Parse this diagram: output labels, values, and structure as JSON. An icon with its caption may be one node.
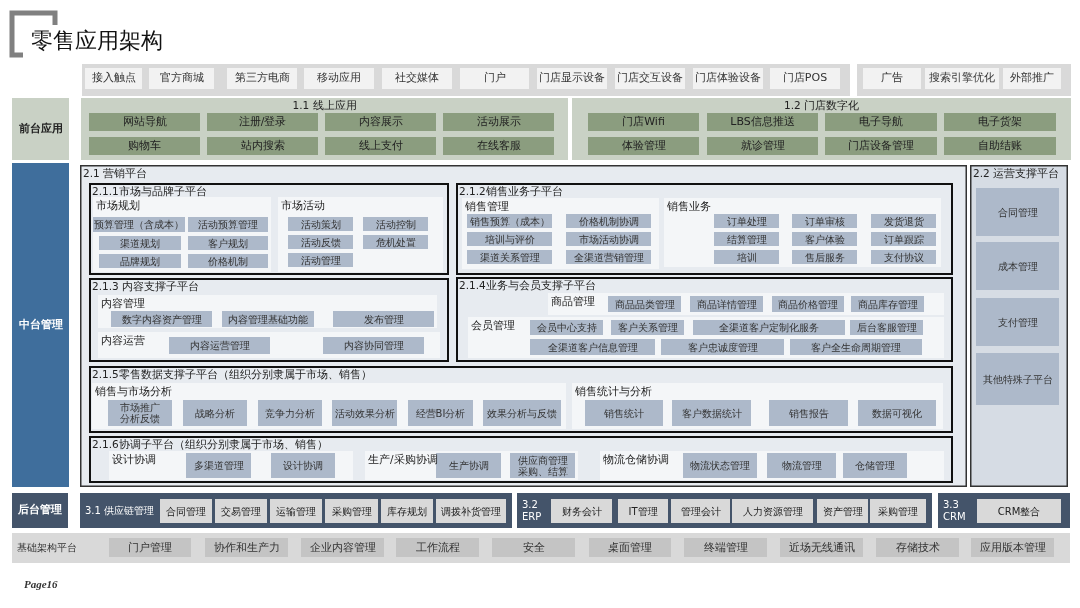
{
  "diagram": {
    "title": "零售应用架构",
    "nodes": [
      {
        "text": [],
        "shape": "box"
      },
      {
        "text": [
          "接入触点"
        ],
        "in": 0
      },
      {
        "text": [
          "官方商城"
        ],
        "in": 0
      },
      {
        "text": [
          "第三方电商"
        ],
        "in": 0
      },
      {
        "text": [
          "移动应用"
        ],
        "in": 0
      },
      {
        "text": [
          "社交媒体"
        ],
        "in": 0
      },
      {
        "text": [
          "门户"
        ],
        "in": 0
      },
      {
        "text": [
          "门店显示设备"
        ],
        "in": 0
      },
      {
        "text": [
          "门店交互设备"
        ],
        "in": 0
      },
      {
        "text": [
          "门店体验设备"
        ],
        "in": 0
      },
      {
        "text": [
          "门店POS"
        ],
        "in": 0
      },
      {
        "text": [],
        "shape": "box"
      },
      {
        "text": [
          "广告"
        ],
        "in": 11
      },
      {
        "text": [
          "搜索引擎优化"
        ],
        "in": 11
      },
      {
        "text": [
          "外部推广"
        ],
        "in": 11
      },
      {
        "text": [
          "前台应用"
        ]
      },
      {
        "text": [
          "1.1 线上应用"
        ]
      },
      {
        "text": [
          "网站导航"
        ],
        "in": 16
      },
      {
        "text": [
          "注册/登录"
        ],
        "in": 16
      },
      {
        "text": [
          "内容展示"
        ],
        "in": 16
      },
      {
        "text": [
          "活动展示"
        ],
        "in": 16
      },
      {
        "text": [
          "购物车"
        ],
        "in": 16
      },
      {
        "text": [
          "站内搜索"
        ],
        "in": 16
      },
      {
        "text": [
          "线上支付"
        ],
        "in": 16
      },
      {
        "text": [
          "在线客服"
        ],
        "in": 16
      },
      {
        "text": [
          "1.2 门店数字化"
        ]
      },
      {
        "text": [
          "门店Wifi"
        ],
        "in": 25
      },
      {
        "text": [
          "LBS信息推送"
        ],
        "in": 25
      },
      {
        "text": [
          "电子导航"
        ],
        "in": 25
      },
      {
        "text": [
          "电子货架"
        ],
        "in": 25
      },
      {
        "text": [
          "体验管理"
        ],
        "in": 25
      },
      {
        "text": [
          "就诊管理"
        ],
        "in": 25
      },
      {
        "text": [
          "门店设备管理"
        ],
        "in": 25
      },
      {
        "text": [
          "自助结账"
        ],
        "in": 25
      },
      {
        "text": [
          "中台管理"
        ]
      },
      {
        "text": [
          "2.1 营销平台"
        ]
      },
      {
        "text": [
          "2.1.1市场与品牌子平台"
        ],
        "in": 35
      },
      {
        "text": [
          "市场规划"
        ],
        "in": 36
      },
      {
        "text": [
          "预算管理（含成本）"
        ],
        "in": 37
      },
      {
        "text": [
          "活动预算管理"
        ],
        "in": 37
      },
      {
        "text": [
          "渠道规划"
        ],
        "in": 37
      },
      {
        "text": [
          "客户规划"
        ],
        "in": 37
      },
      {
        "text": [
          "品牌规划"
        ],
        "in": 37
      },
      {
        "text": [
          "价格机制"
        ],
        "in": 37
      },
      {
        "text": [
          "市场活动"
        ],
        "in": 36
      },
      {
        "text": [
          "活动策划"
        ],
        "in": 44
      },
      {
        "text": [
          "活动控制"
        ],
        "in": 44
      },
      {
        "text": [
          "活动反馈"
        ],
        "in": 44
      },
      {
        "text": [
          "危机处置"
        ],
        "in": 44
      },
      {
        "text": [
          "活动管理"
        ],
        "in": 44
      },
      {
        "text": [
          "2.1.2销售业务子平台"
        ],
        "in": 35
      },
      {
        "text": [
          "销售管理"
        ],
        "in": 50
      },
      {
        "text": [
          "销售预算（成本）"
        ],
        "in": 51
      },
      {
        "text": [
          "价格机制协调"
        ],
        "in": 51
      },
      {
        "text": [
          "培训与评价"
        ],
        "in": 51
      },
      {
        "text": [
          "市场活动协调"
        ],
        "in": 51
      },
      {
        "text": [
          "渠道关系管理"
        ],
        "in": 51
      },
      {
        "text": [
          "全渠道营销管理"
        ],
        "in": 51
      },
      {
        "text": [
          "销售业务"
        ],
        "in": 50
      },
      {
        "text": [
          "订单处理"
        ],
        "in": 58
      },
      {
        "text": [
          "订单审核"
        ],
        "in": 58
      },
      {
        "text": [
          "发货退货"
        ],
        "in": 58
      },
      {
        "text": [
          "结算管理"
        ],
        "in": 58
      },
      {
        "text": [
          "客户体验"
        ],
        "in": 58
      },
      {
        "text": [
          "订单跟踪"
        ],
        "in": 58
      },
      {
        "text": [
          "培训"
        ],
        "in": 58
      },
      {
        "text": [
          "售后服务"
        ],
        "in": 58
      },
      {
        "text": [
          "支付协议"
        ],
        "in": 58
      },
      {
        "text": [
          "2.1.3 内容支撑子平台"
        ],
        "in": 35
      },
      {
        "text": [
          "内容管理"
        ],
        "in": 68
      },
      {
        "text": [
          "数字内容资产管理"
        ],
        "in": 69
      },
      {
        "text": [
          "内容管理基础功能"
        ],
        "in": 69
      },
      {
        "text": [
          "发布管理"
        ],
        "in": 69
      },
      {
        "text": [
          "内容运营"
        ],
        "in": 68
      },
      {
        "text": [
          "内容运营管理"
        ],
        "in": 73
      },
      {
        "text": [
          "内容协同管理"
        ],
        "in": 73
      },
      {
        "text": [
          "2.1.4业务与会员支撑子平台"
        ],
        "in": 35
      },
      {
        "text": [
          "商品管理"
        ],
        "in": 76
      },
      {
        "text": [
          "商品品类管理"
        ],
        "in": 77
      },
      {
        "text": [
          "商品详情管理"
        ],
        "in": 77
      },
      {
        "text": [
          "商品价格管理"
        ],
        "in": 77
      },
      {
        "text": [
          "商品库存管理"
        ],
        "in": 77
      },
      {
        "text": [
          "会员管理"
        ],
        "in": 76
      },
      {
        "text": [
          "会员中心支持"
        ],
        "in": 82
      },
      {
        "text": [
          "客户关系管理"
        ],
        "in": 82
      },
      {
        "text": [
          "全渠道客户定制化服务"
        ],
        "in": 82
      },
      {
        "text": [
          "后台客服管理"
        ],
        "in": 82
      },
      {
        "text": [
          "全渠道客户信息管理"
        ],
        "in": 82
      },
      {
        "text": [
          "客户忠诚度管理"
        ],
        "in": 82
      },
      {
        "text": [
          "客户全生命周期管理"
        ],
        "in": 82
      },
      {
        "text": [
          "2.1.5零售数据支撑子平台（组织分别隶属于市场、销售）"
        ],
        "in": 35
      },
      {
        "text": [
          "销售与市场分析"
        ],
        "in": 90
      },
      {
        "text": [
          "市场推广分析反馈"
        ],
        "in": 91
      },
      {
        "text": [
          "战略分析"
        ],
        "in": 91
      },
      {
        "text": [
          "竞争力分析"
        ],
        "in": 91
      },
      {
        "text": [
          "活动效果分析"
        ],
        "in": 91
      },
      {
        "text": [
          "经营BI分析"
        ],
        "in": 91
      },
      {
        "text": [
          "效果分析与反馈"
        ],
        "in": 91
      },
      {
        "text": [
          "销售统计与分析"
        ],
        "in": 90
      },
      {
        "text": [
          "销售统计"
        ],
        "in": 98
      },
      {
        "text": [
          "客户数据统计"
        ],
        "in": 98
      },
      {
        "text": [
          "销售报告"
        ],
        "in": 98
      },
      {
        "text": [
          "数据可视化"
        ],
        "in": 98
      },
      {
        "text": [
          "2.1.6协调子平台（组织分别隶属于市场、销售）"
        ],
        "in": 35
      },
      {
        "text": [
          "设计协调"
        ],
        "in": 103
      },
      {
        "text": [
          "多渠道管理"
        ],
        "in": 104
      },
      {
        "text": [
          "设计协调"
        ],
        "in": 104
      },
      {
        "text": [
          "生产/采购协调"
        ],
        "in": 103
      },
      {
        "text": [
          "生产协调"
        ],
        "in": 107
      },
      {
        "text": [
          "供应商管理采购、结算"
        ],
        "in": 107
      },
      {
        "text": [
          "物流仓储协调"
        ],
        "in": 103
      },
      {
        "text": [
          "物流状态管理"
        ],
        "in": 110
      },
      {
        "text": [
          "物流管理"
        ],
        "in": 110
      },
      {
        "text": [
          "仓储管理"
        ],
        "in": 110
      },
      {
        "text": [
          "2.2 运营支撑平台"
        ]
      },
      {
        "text": [
          "合同管理"
        ],
        "in": 114
      },
      {
        "text": [
          "成本管理"
        ],
        "in": 114
      },
      {
        "text": [
          "支付管理"
        ],
        "in": 114
      },
      {
        "text": [
          "其他特殊子平台"
        ],
        "in": 114
      },
      {
        "text": [
          "后台管理"
        ]
      },
      {
        "text": [
          "3.1 供应链管理"
        ]
      },
      {
        "text": [
          "合同管理"
        ],
        "in": 120
      },
      {
        "text": [
          "交易管理"
        ],
        "in": 120
      },
      {
        "text": [
          "运输管理"
        ],
        "in": 120
      },
      {
        "text": [
          "采购管理"
        ],
        "in": 120
      },
      {
        "text": [
          "库存规划"
        ],
        "in": 120
      },
      {
        "text": [
          "调拨补货管理"
        ],
        "in": 120
      },
      {
        "text": [
          "3.2 ERP"
        ]
      },
      {
        "text": [
          "财务会计"
        ],
        "in": 127
      },
      {
        "text": [
          "IT管理"
        ],
        "in": 127
      },
      {
        "text": [
          "管理会计"
        ],
        "in": 127
      },
      {
        "text": [
          "人力资源管理"
        ],
        "in": 127
      },
      {
        "text": [
          "资产管理"
        ],
        "in": 127
      },
      {
        "text": [
          "采购管理"
        ],
        "in": 127
      },
      {
        "text": [
          "3.3 CRM"
        ]
      },
      {
        "text": [
          "CRM整合"
        ],
        "in": 134
      },
      {
        "text": [
          "基础架构平台"
        ]
      },
      {
        "text": [
          "门户管理"
        ],
        "in": 136
      },
      {
        "text": [
          "协作和生产力"
        ],
        "in": 136
      },
      {
        "text": [
          "企业内容管理"
        ],
        "in": 136
      },
      {
        "text": [
          "工作流程"
        ],
        "in": 136
      },
      {
        "text": [
          "安全"
        ],
        "in": 136
      },
      {
        "text": [
          "桌面管理"
        ],
        "in": 136
      },
      {
        "text": [
          "终端管理"
        ],
        "in": 136
      },
      {
        "text": [
          "近场无线通讯"
        ],
        "in": 136
      },
      {
        "text": [
          "存储技术"
        ],
        "in": 136
      },
      {
        "text": [
          "应用版本管理"
        ],
        "in": 136
      }
    ],
    "labels": [
      "Page16"
    ]
  }
}
